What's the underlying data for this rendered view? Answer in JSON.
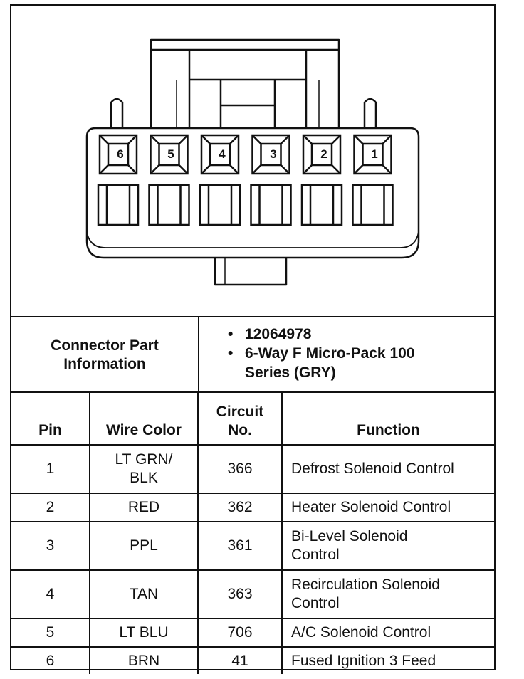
{
  "connector": {
    "pin_labels": [
      "6",
      "5",
      "4",
      "3",
      "2",
      "1"
    ]
  },
  "info": {
    "label": "Connector Part Information",
    "items": [
      "12064978",
      "6-Way F Micro-Pack 100 Series (GRY)"
    ]
  },
  "table": {
    "headers": {
      "pin": "Pin",
      "wire_color": "Wire Color",
      "circuit": "Circuit No.",
      "function": "Function"
    },
    "rows": [
      {
        "pin": "1",
        "wire_color": "LT GRN/ BLK",
        "circuit": "366",
        "function": "Defrost Solenoid Control"
      },
      {
        "pin": "2",
        "wire_color": "RED",
        "circuit": "362",
        "function": "Heater Solenoid Control"
      },
      {
        "pin": "3",
        "wire_color": "PPL",
        "circuit": "361",
        "function": "Bi-Level Solenoid Control"
      },
      {
        "pin": "4",
        "wire_color": "TAN",
        "circuit": "363",
        "function": "Recirculation Solenoid Control"
      },
      {
        "pin": "5",
        "wire_color": "LT BLU",
        "circuit": "706",
        "function": "A/C Solenoid Control"
      },
      {
        "pin": "6",
        "wire_color": "BRN",
        "circuit": "41",
        "function": "Fused Ignition 3 Feed"
      }
    ]
  }
}
